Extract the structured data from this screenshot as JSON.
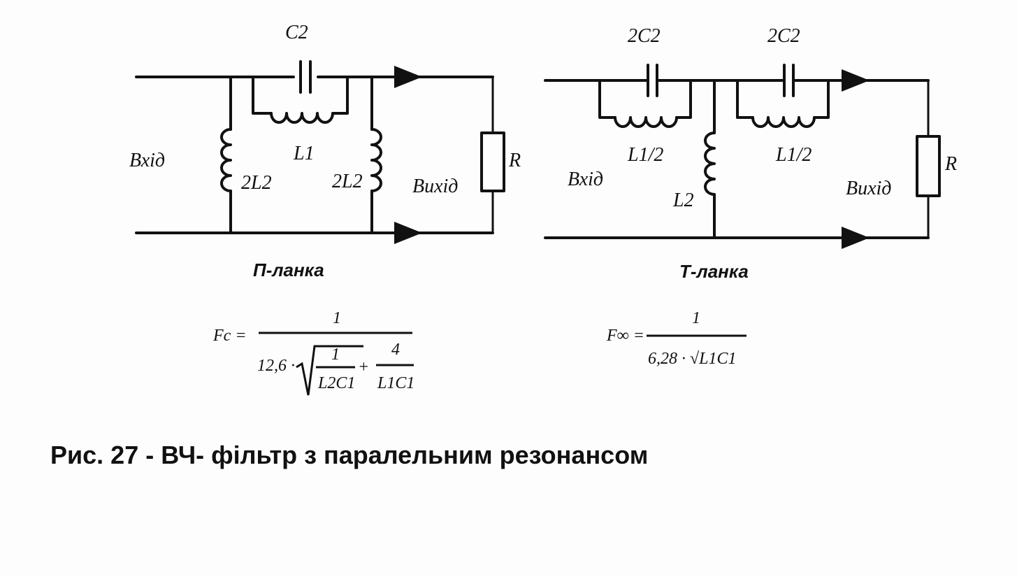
{
  "pi_section": {
    "cap_label": "C2",
    "series_inductor_label": "L1",
    "left_shunt_label": "2L2",
    "right_shunt_label": "2L2",
    "input_label": "Вхід",
    "output_label": "Вихід",
    "load_label": "R",
    "title": "П-ланка",
    "formula": {
      "lhs": "Fc =",
      "numerator": "1",
      "coef": "12,6 ·",
      "frac1_num": "1",
      "frac1_den": "L2C1",
      "plus": "+",
      "frac2_num": "4",
      "frac2_den": "L1C1"
    }
  },
  "t_section": {
    "cap_left_label": "2C2",
    "cap_right_label": "2C2",
    "ind_left_label": "L1/2",
    "ind_right_label": "L1/2",
    "shunt_label": "L2",
    "input_label": "Вхід",
    "output_label": "Вихід",
    "load_label": "R",
    "title": "Т-ланка",
    "formula": {
      "lhs": "F∞ =",
      "numerator": "1",
      "denominator": "6,28 · √L1C1"
    }
  },
  "caption": "Рис. 27 - ВЧ- фільтр з паралельним резонансом"
}
